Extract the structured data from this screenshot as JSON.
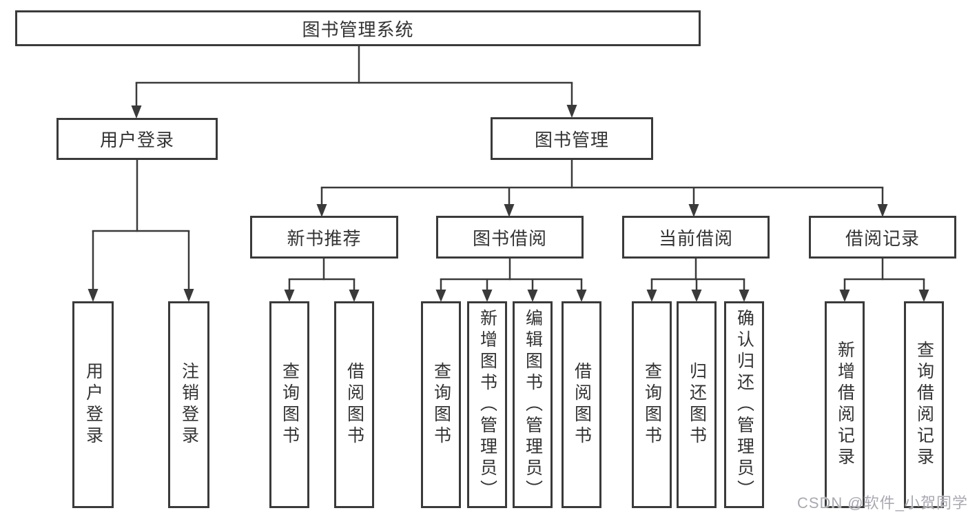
{
  "watermark": "CSDN @软件_小贺同学",
  "colors": {
    "line": "#3a3a3a",
    "text": "#333333",
    "background": "#ffffff",
    "watermark": "#a9a9b2"
  },
  "tree": {
    "root": {
      "label": "图书管理系统"
    },
    "branches": [
      {
        "label": "用户登录",
        "children": [
          {
            "label": "用户登录"
          },
          {
            "label": "注销登录"
          }
        ]
      },
      {
        "label": "图书管理",
        "children": [
          {
            "label": "新书推荐",
            "children": [
              {
                "label": "查询图书"
              },
              {
                "label": "借阅图书"
              }
            ]
          },
          {
            "label": "图书借阅",
            "children": [
              {
                "label": "查询图书"
              },
              {
                "label": "新增图书（管理员）"
              },
              {
                "label": "编辑图书（管理员）"
              },
              {
                "label": "借阅图书"
              }
            ]
          },
          {
            "label": "当前借阅",
            "children": [
              {
                "label": "查询图书"
              },
              {
                "label": "归还图书"
              },
              {
                "label": "确认归还（管理员）"
              }
            ]
          },
          {
            "label": "借阅记录",
            "children": [
              {
                "label": "新增借阅记录"
              },
              {
                "label": "查询借阅记录"
              }
            ]
          }
        ]
      }
    ]
  }
}
